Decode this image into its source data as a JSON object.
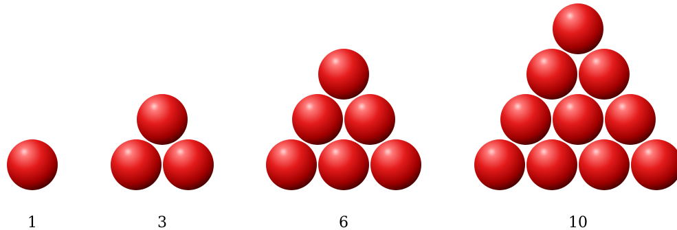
{
  "figure": {
    "description_colors": {
      "ball_highlight": "#ff8f8f",
      "ball_main": "#e41b1b",
      "ball_shadow": "#4a0000"
    },
    "groups": [
      {
        "rows": 1,
        "count": 1,
        "label": "1"
      },
      {
        "rows": 2,
        "count": 3,
        "label": "3"
      },
      {
        "rows": 3,
        "count": 6,
        "label": "6"
      },
      {
        "rows": 4,
        "count": 10,
        "label": "10"
      }
    ]
  }
}
